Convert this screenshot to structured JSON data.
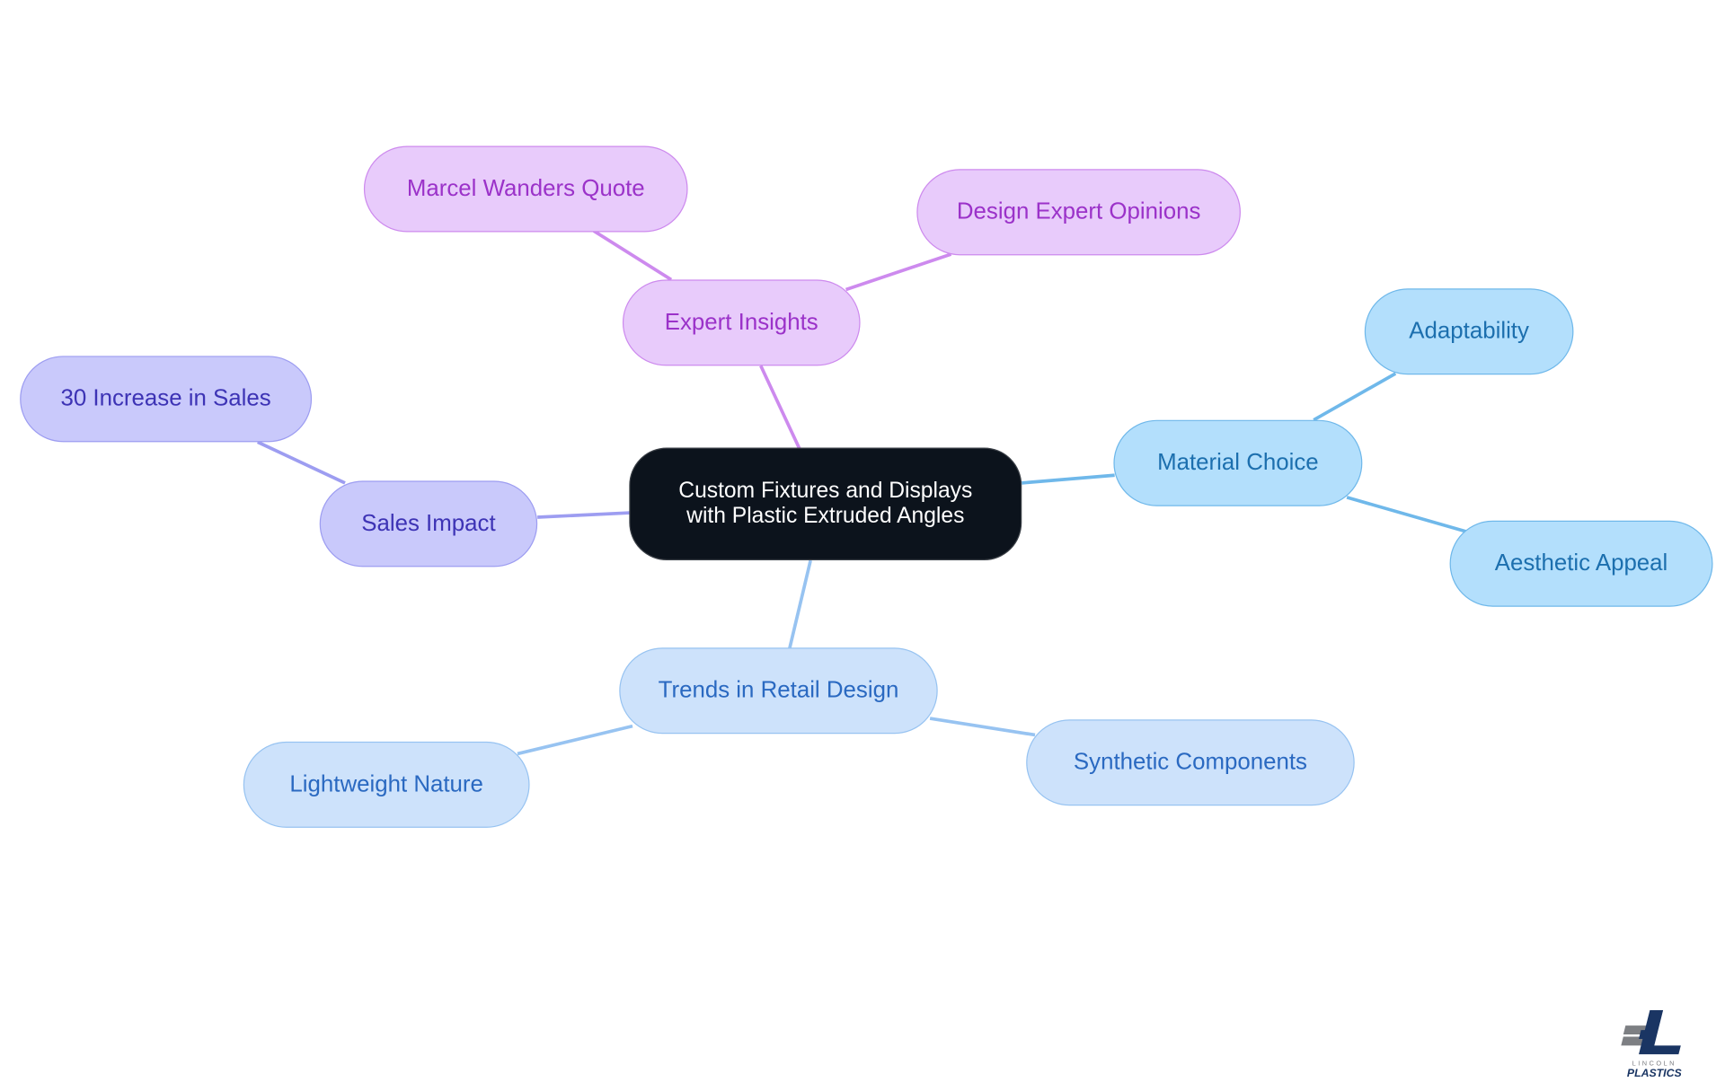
{
  "diagram": {
    "root": {
      "line1": "Custom Fixtures and Displays",
      "line2": "with Plastic Extruded Angles"
    },
    "branches": {
      "expert_insights": {
        "label": "Expert Insights",
        "children": [
          "Marcel Wanders Quote",
          "Design Expert Opinions"
        ]
      },
      "material_choice": {
        "label": "Material Choice",
        "children": [
          "Adaptability",
          "Aesthetic Appeal"
        ]
      },
      "sales_impact": {
        "label": "Sales Impact",
        "children": [
          "30 Increase in Sales"
        ]
      },
      "trends_retail_design": {
        "label": "Trends in Retail Design",
        "children": [
          "Lightweight Nature",
          "Synthetic Components"
        ]
      }
    }
  },
  "logo": {
    "line1": "LINCOLN",
    "line2": "PLASTICS"
  },
  "colors": {
    "root_fill": "#0c131c",
    "purple_fill": "#e8cbfb",
    "indigo_fill": "#c9c9fb",
    "sky_fill": "#b3dffc",
    "light_blue_fill": "#cde2fb",
    "logo_navy": "#1a3563"
  }
}
